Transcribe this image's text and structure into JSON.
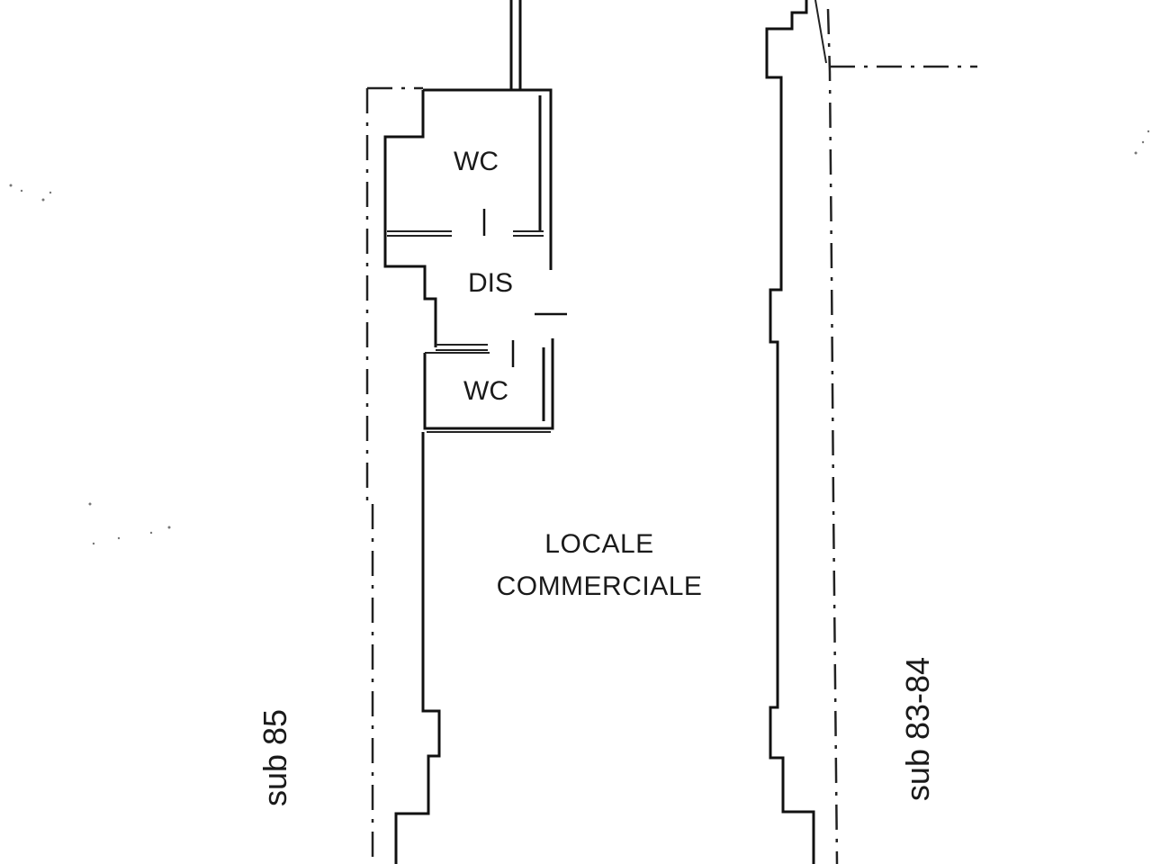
{
  "plan": {
    "rooms": {
      "wc_upper": "WC",
      "dis": "DIS",
      "wc_lower": "WC",
      "main_line1": "LOCALE",
      "main_line2": "COMMERCIALE"
    },
    "neighbors": {
      "left": "sub 85",
      "right": "sub 83-84"
    },
    "colors": {
      "ink": "#111111",
      "background": "#ffffff"
    }
  }
}
